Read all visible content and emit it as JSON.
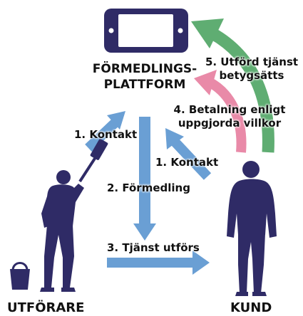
{
  "platform": {
    "line1": "FÖRMEDLINGS-",
    "line2": "PLATTFORM"
  },
  "steps": {
    "contact_left": "1. Kontakt",
    "contact_right": "1. Kontakt",
    "mediation": "2. Förmedling",
    "service_done": "3. Tjänst utförs",
    "payment_line1": "4. Betalning enligt",
    "payment_line2": "uppgjorda villkor",
    "rating_line1": "5. Utförd tjänst",
    "rating_line2": "betygsätts"
  },
  "actors": {
    "provider": "UTFÖRARE",
    "customer": "KUND"
  },
  "colors": {
    "navy": "#2f2b66",
    "blue_arrow": "#6a9fd4",
    "green_arrow": "#5fad72",
    "pink_arrow": "#e98aa8",
    "text": "#111111"
  },
  "icons": {
    "phone": "smartphone-icon",
    "provider": "painter-figure-icon",
    "bucket": "bucket-icon",
    "customer": "standing-person-icon"
  }
}
